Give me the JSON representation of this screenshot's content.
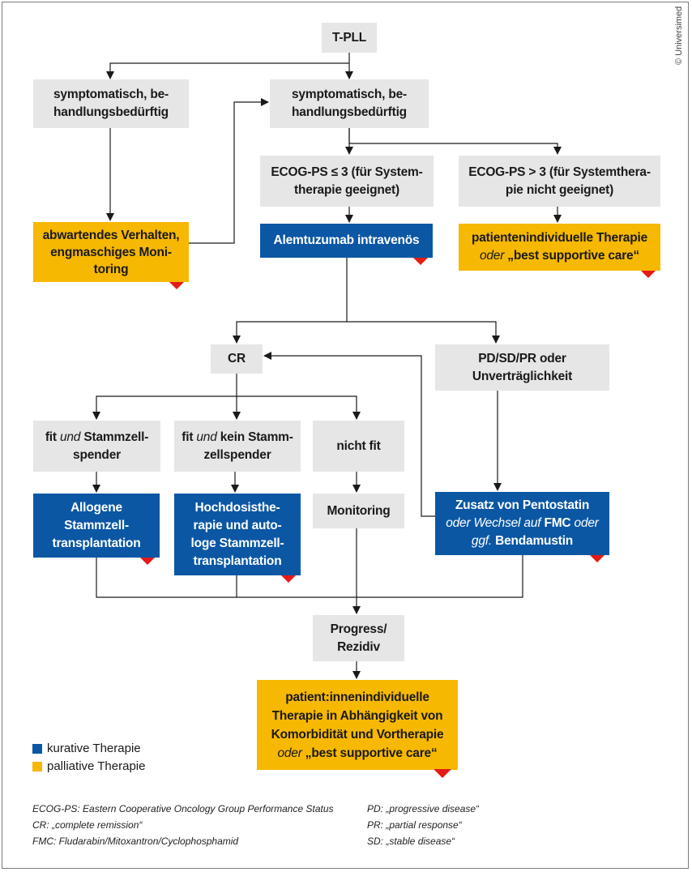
{
  "copyright": "© Universimed",
  "nodes": {
    "tpll": "T-PLL",
    "left_symptomatic": "symptomatisch, be-handlungsbedürftig",
    "left_symptomatic_l1": "symptomatisch, be-",
    "left_symptomatic_l2": "handlungsbedürftig",
    "right_symptomatic_l1": "symptomatisch, be-",
    "right_symptomatic_l2": "handlungsbedürftig",
    "watchful_l1": "abwartendes Verhalten,",
    "watchful_l2": "engmaschiges Moni-",
    "watchful_l3": "toring",
    "ecog_le3_l1": "ECOG-PS ≤ 3 (für System-",
    "ecog_le3_l2": "therapie geeignet)",
    "ecog_gt3_l1": "ECOG-PS > 3 (für Systemthera-",
    "ecog_gt3_l2": "pie nicht geeignet)",
    "alemtuzumab": "Alemtuzumab intravenös",
    "individual_l1": "patientenindividuelle Therapie",
    "individual_l2_it": "oder",
    "individual_l2_rest": " „best supportive care“",
    "cr": "CR",
    "pd_l1": "PD/SD/PR oder",
    "pd_l2": "Unverträglichkeit",
    "fit_donor_l1a": "fit ",
    "fit_donor_l1_it": "und",
    "fit_donor_l1b": " Stammzell-",
    "fit_donor_l2": "spender",
    "fit_nodonor_l1a": "fit ",
    "fit_nodonor_l1_it": "und",
    "fit_nodonor_l1b": " kein Stamm-",
    "fit_nodonor_l2": "zellspender",
    "not_fit": "nicht fit",
    "allo_l1": "Allogene",
    "allo_l2": "Stammzell-",
    "allo_l3": "transplantation",
    "auto_l1": "Hochdosisthe-",
    "auto_l2": "rapie und auto-",
    "auto_l3": "loge Stammzell-",
    "auto_l4": "transplantation",
    "monitoring": "Monitoring",
    "pento_l1": "Zusatz von Pentostatin",
    "pento_l2_it": "oder Wechsel auf ",
    "pento_l2_b": "FMC",
    "pento_l2_it2": " oder",
    "pento_l3_it": "ggf. ",
    "pento_l3_b": "Bendamustin",
    "progress_l1": "Progress/",
    "progress_l2": "Rezidiv",
    "final_l1": "patient:innenindividuelle",
    "final_l2": "Therapie in Abhängigkeit von",
    "final_l3": "Komorbidität und Vortherapie",
    "final_l4_it": "oder",
    "final_l4_rest": " „best supportive care“"
  },
  "legend": {
    "curative": "kurative Therapie",
    "palliative": "palliative Therapie",
    "curative_color": "#0b57a4",
    "palliative_color": "#f6b800"
  },
  "footnotes": {
    "ecog": "ECOG-PS: Eastern Cooperative Oncology Group Performance Status",
    "cr": "CR: „complete remission“",
    "fmc": "FMC: Fludarabin/Mitoxantron/Cyclophosphamid",
    "pd": "PD: „progressive disease“",
    "pr": "PR: „partial response“",
    "sd": "SD: „stable disease“"
  }
}
